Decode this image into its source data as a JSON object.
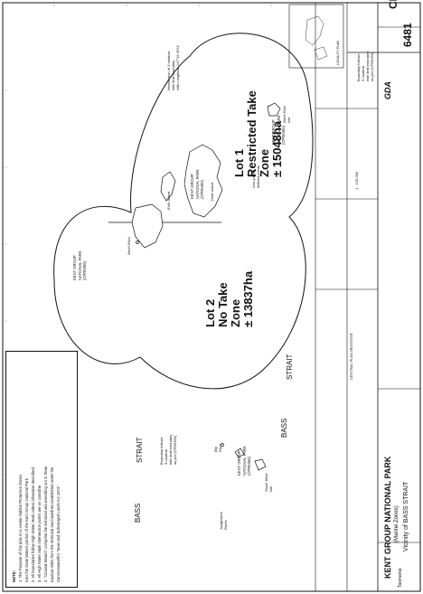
{
  "plan": {
    "number_label": "CPR",
    "number": "6481",
    "title": "KENT GROUP NATIONAL PARK",
    "subtitle": "(Marine Zones)",
    "vicinity": "Vicinity of BASS STRAIT",
    "scale_text": "1 : 130 000",
    "gda": "GDA",
    "register": "CENTRAL PLAN REGISTER",
    "tasmania": "Tasmania"
  },
  "notes": {
    "heading": "NOTE:",
    "items": [
      "1.  The Purpose of this plan is to create Habitat Protection Zones",
      "over the State Waters portion of the Kent Group National Park",
      "2.  All boundaries follow High Water Mark unless otherwise described.",
      "3.  All High Water Mark intersection points are on coastline.",
      "4.  \"Coastal Waters\" comprise the territorial sea extending out to three",
      "nautical miles from the territorial sea baselines established under the",
      "Commonwealth's \"Seas and Submerged Lands Act 1973\""
    ]
  },
  "labels": {
    "lot1": "Lot 1",
    "lot1_zone1": "Restricted Take",
    "lot1_zone2": "Zone",
    "lot1_area": "± 15048ha",
    "lot2": "Lot 2",
    "lot2_zone1": "No Take",
    "lot2_zone2": "Zone",
    "lot2_area": "± 13837ha",
    "bass1": "BASS",
    "strait1": "STRAIT",
    "bass2": "BASS",
    "strait2": "STRAIT",
    "kgnp_a": "KENT GROUP",
    "kgnp_b": "NATIONAL PARK",
    "kgnp_c": "(CPR6356)",
    "north_east_isle_a": "North East",
    "north_east_isle_b": "Isle",
    "north_rock": "North Rock",
    "erith_island": "Erith Island",
    "deal_island": "Deal Island",
    "big_rock_a": "Big",
    "big_rock_b": "Rock",
    "judgement_rocks_a": "Judgement",
    "judgement_rocks_b": "Rocks",
    "south_west_isle_a": "South West",
    "south_west_isle_b": "Isle",
    "boundary_a": "Boundary follows",
    "boundary_b": "3 nautical",
    "boundary_c": "mile limit boundary",
    "boundary_d": "as per (CPR6356)",
    "intersection_a": "Intersection of 3 nautical",
    "intersection_b": "mile limit boundary",
    "intersection_c": "with Longitude 147°19.3974'",
    "line_joining_a": "Line joining",
    "line_joining_b": "defined points",
    "locality_plan": "LOCALITY PLAN"
  }
}
